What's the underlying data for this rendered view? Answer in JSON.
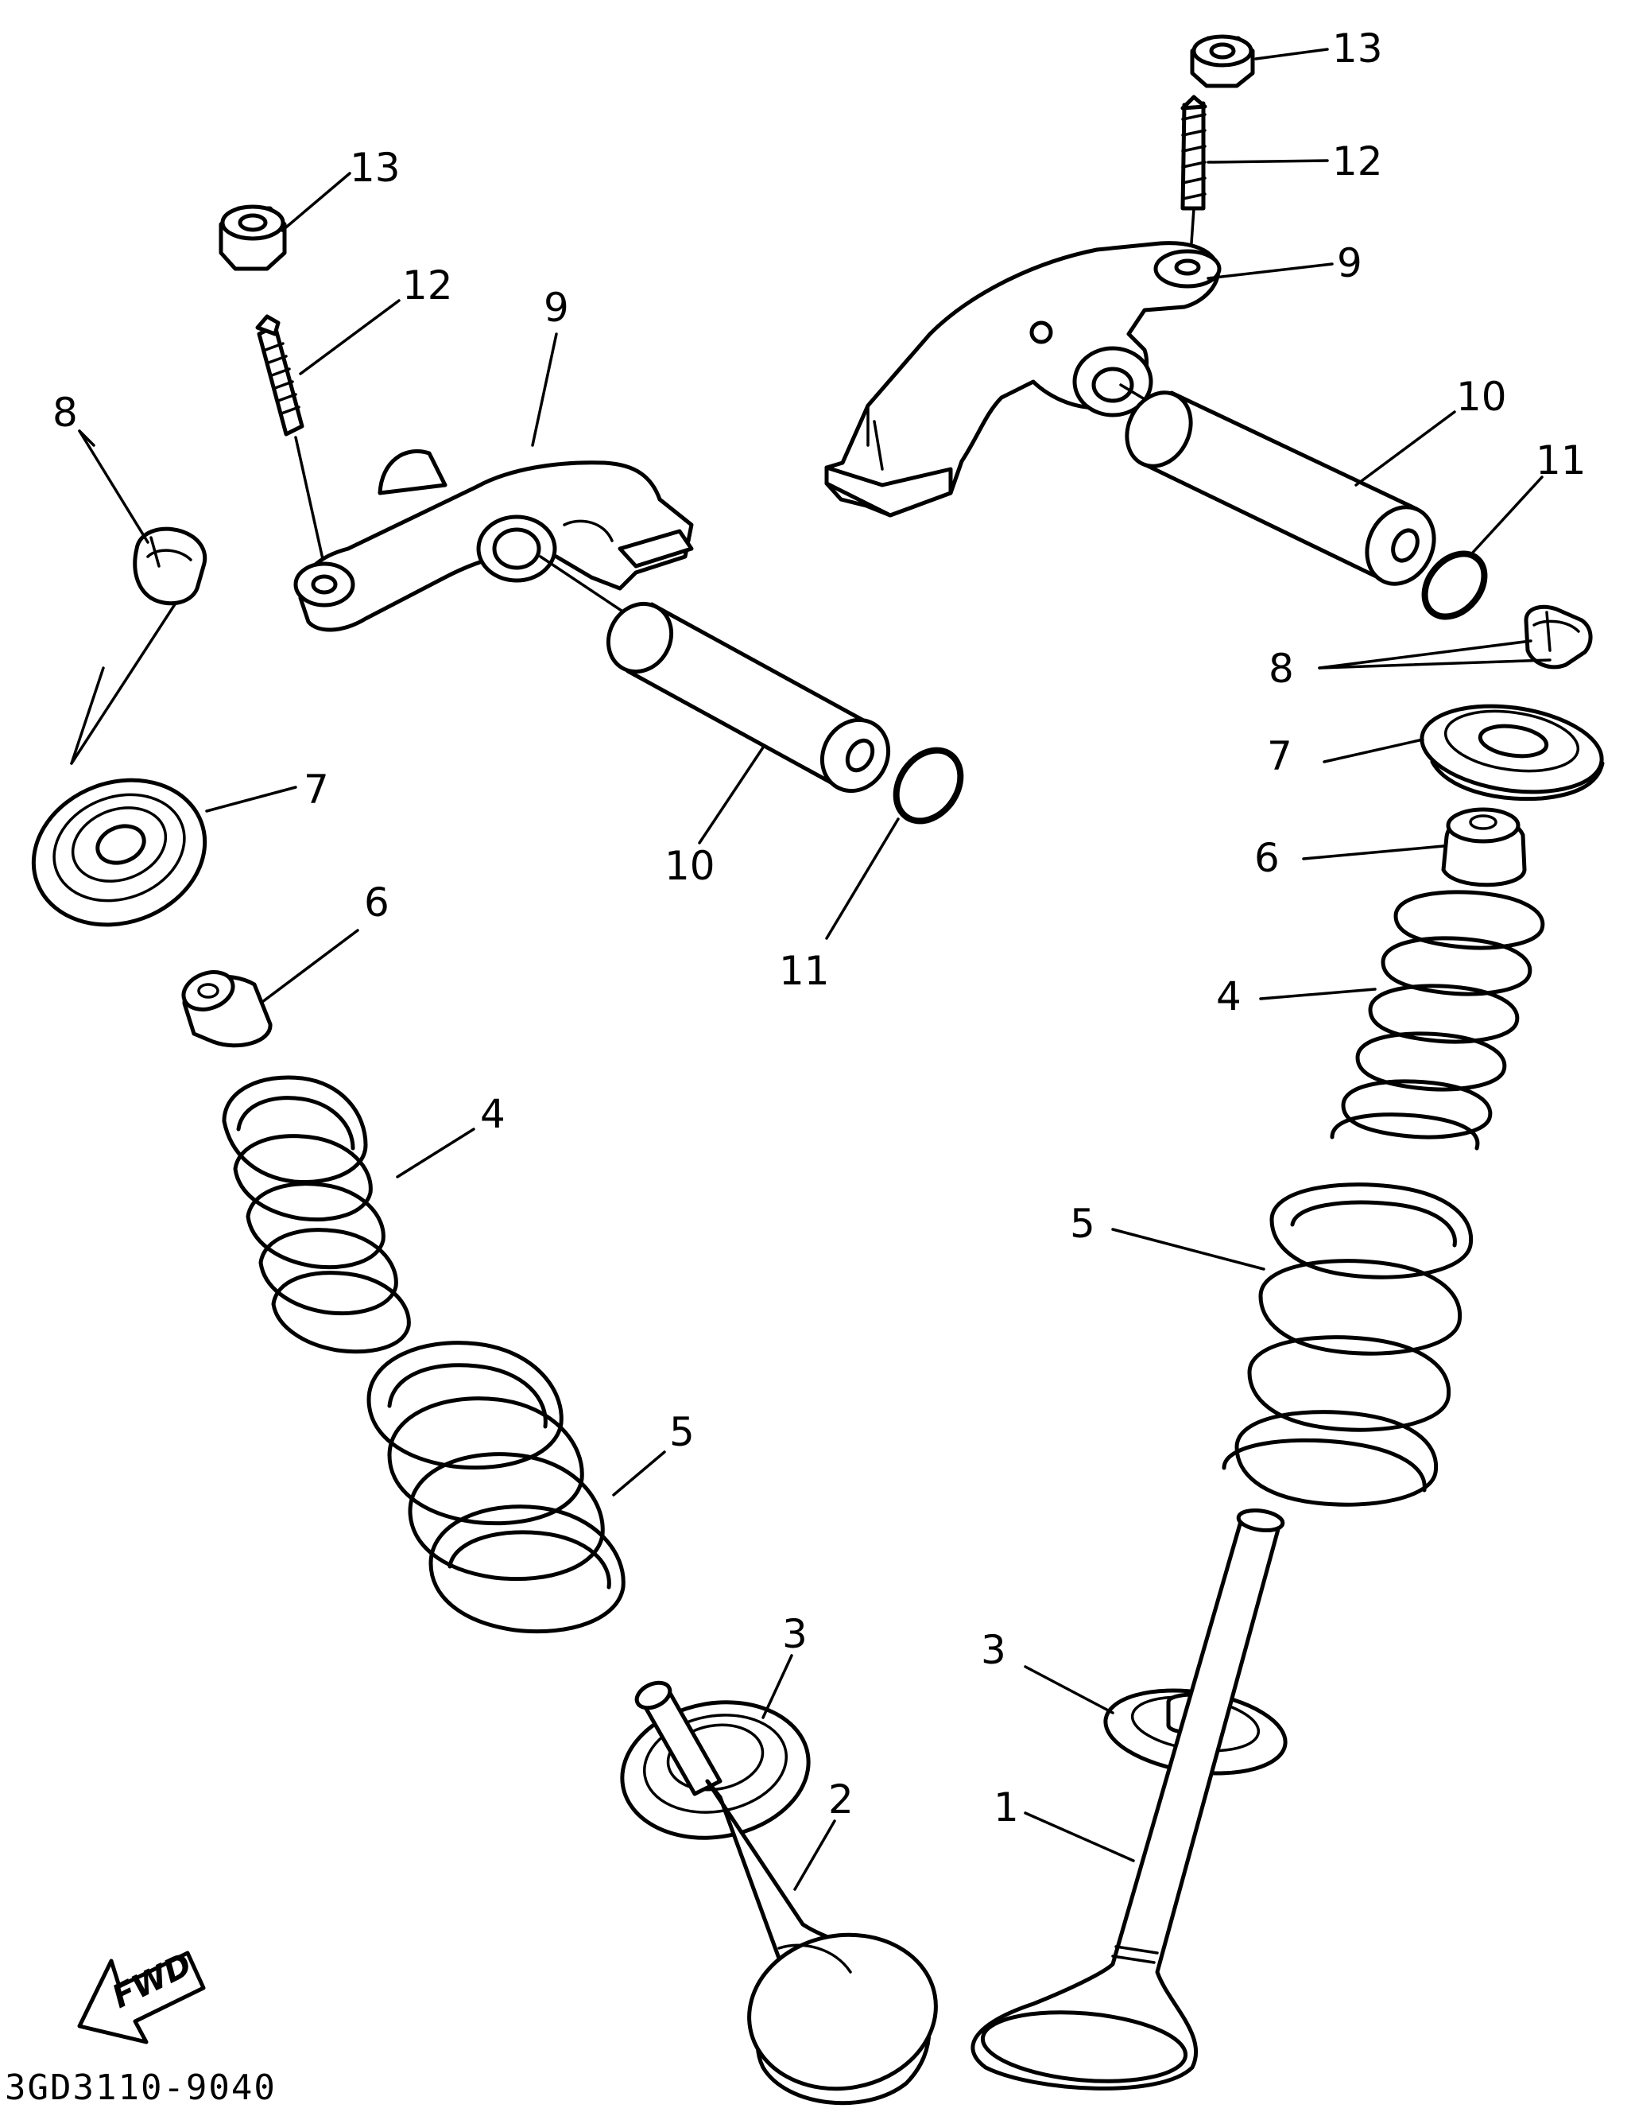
{
  "diagram": {
    "part_code": "3GD3110-9040",
    "direction_label": "FWD",
    "callouts": {
      "c1": "1",
      "c2": "2",
      "c3a": "3",
      "c3b": "3",
      "c4a": "4",
      "c4b": "4",
      "c5a": "5",
      "c5b": "5",
      "c6a": "6",
      "c6b": "6",
      "c7a": "7",
      "c7b": "7",
      "c8a": "8",
      "c8b": "8",
      "c9a": "9",
      "c9b": "9",
      "c10a": "10",
      "c10b": "10",
      "c11a": "11",
      "c11b": "11",
      "c12a": "12",
      "c12b": "12",
      "c13a": "13",
      "c13b": "13"
    }
  }
}
